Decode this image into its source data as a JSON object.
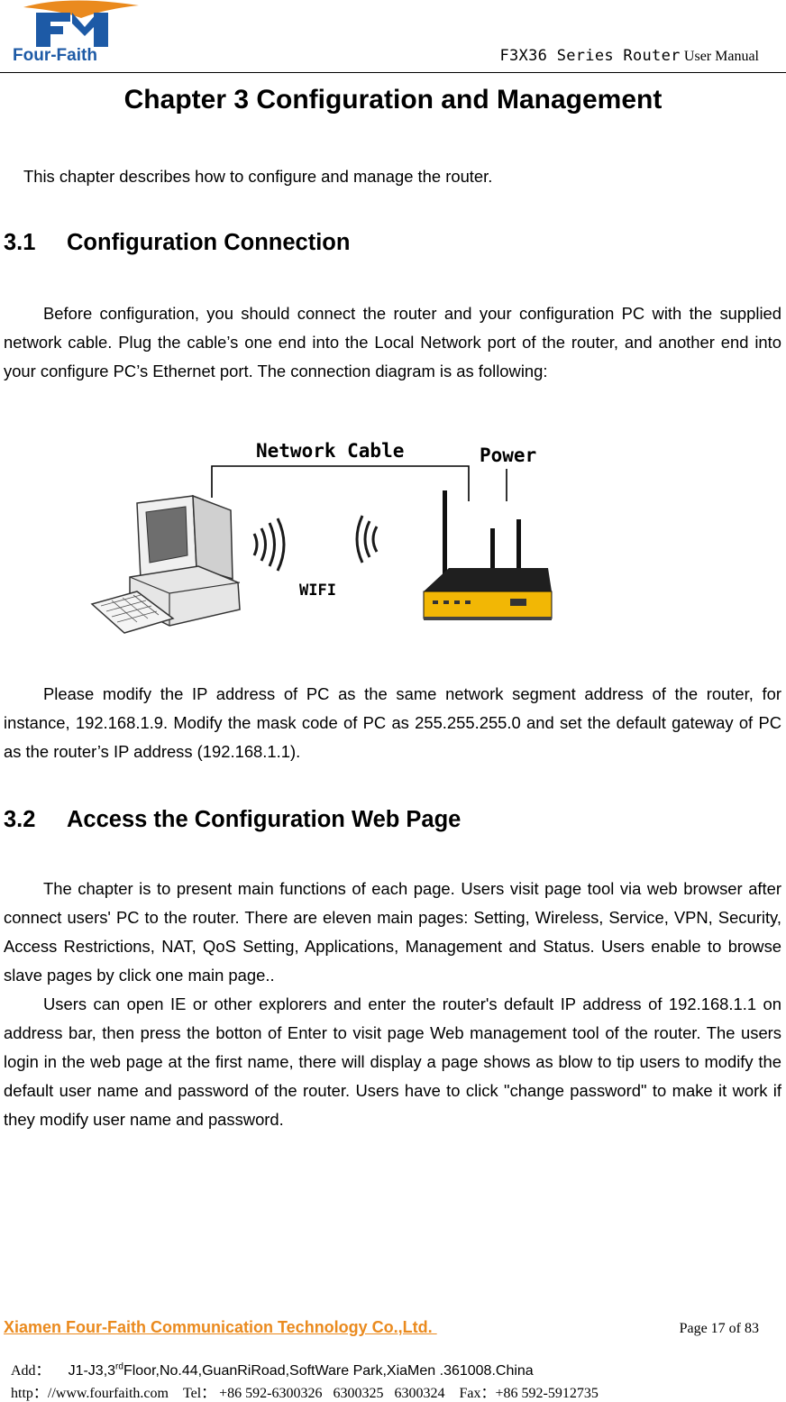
{
  "header": {
    "logo_text": "Four-Faith",
    "product": "F3X36 Series Router",
    "manual": "User Manual"
  },
  "chapter_title": "Chapter 3 Configuration and Management",
  "intro": "This chapter describes how to configure and manage the router.",
  "section_31": {
    "number": "3.1",
    "title": "Configuration Connection",
    "paragraph": "Before configuration, you should connect the router and your configuration PC with the supplied network cable. Plug the cable’s one end into the Local Network port of the router, and another end into your configure PC’s Ethernet port. The connection diagram is as following:",
    "diagram": {
      "cable_label": "Network Cable",
      "power_label": "Power",
      "wifi_label": "WIFI"
    },
    "paragraph2": "Please modify the IP address of PC as the same network segment address of the router, for instance, 192.168.1.9. Modify the mask code of PC as 255.255.255.0 and set the default gateway of PC as the router’s IP address (192.168.1.1)."
  },
  "section_32": {
    "number": "3.2",
    "title": "Access the Configuration Web Page",
    "paragraph1": "The chapter is to present main functions of each page. Users visit page tool via web browser after connect users' PC to the router. There are eleven main pages: Setting, Wireless, Service, VPN, Security, Access Restrictions, NAT, QoS Setting, Applications, Management and Status. Users enable to browse slave pages by click one main page..",
    "paragraph2": "Users can open IE or other explorers and enter the router's default IP address of 192.168.1.1 on address bar, then press the botton of Enter to visit page Web management tool of the router. The users login in the web page at the first name, there will display a page shows as blow to tip users to modify the default user name and password of the router. Users have to click \"change password\" to make it work if they modify user name and password."
  },
  "footer": {
    "company": "Xiamen Four-Faith Communication Technology Co.,Ltd. ",
    "page": "Page 17 of 83",
    "add_label": "Add：",
    "add_pre": "J1-J3,3",
    "add_sup": "rd",
    "add_post": "Floor,No.44,GuanRiRoad,SoftWare Park,XiaMen .361008.China",
    "http": "http：//www.fourfaith.com",
    "tel": "Tel： +86 592-6300326   6300325   6300324",
    "fax": "Fax：+86 592-5912735"
  },
  "colors": {
    "accent": "#ea8a1e",
    "logo_blue": "#1d5aa6",
    "router_body": "#f2b705"
  }
}
